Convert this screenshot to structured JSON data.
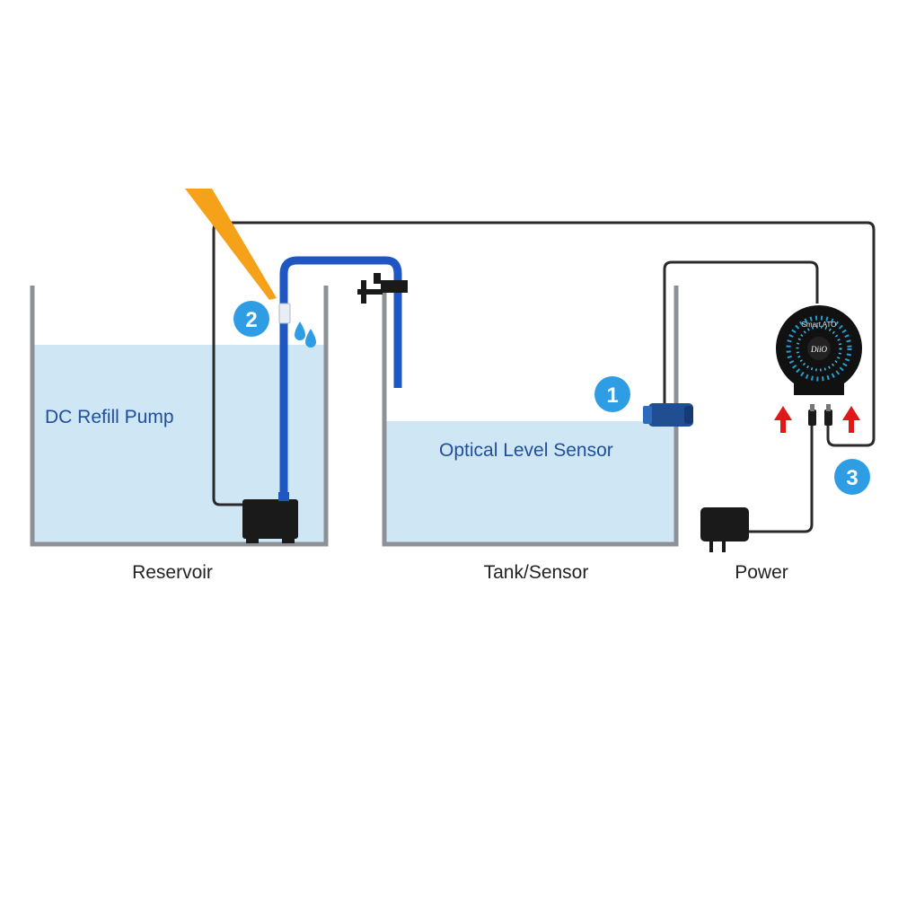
{
  "labels": {
    "pump": "DC Refill Pump",
    "sensor": "Optical Level Sensor",
    "reservoir": "Reservoir",
    "tank": "Tank/Sensor",
    "power": "Power"
  },
  "steps": [
    "1",
    "2",
    "3"
  ],
  "controller": {
    "name": "Smart ATO",
    "logo": "DiiO"
  },
  "colors": {
    "water": "#cfe6f5",
    "tank_wall": "#8d9095",
    "hose": "#1e56c2",
    "badge": "#2f9de4",
    "arrow": "#e01818",
    "cable": "#2a2a2a",
    "beam": "#f5a21a"
  },
  "icons": [
    "water-drop-icon",
    "red-arrow-up-icon",
    "power-adapter-icon",
    "controller-icon",
    "pump-icon",
    "sensor-icon",
    "valve-icon"
  ]
}
